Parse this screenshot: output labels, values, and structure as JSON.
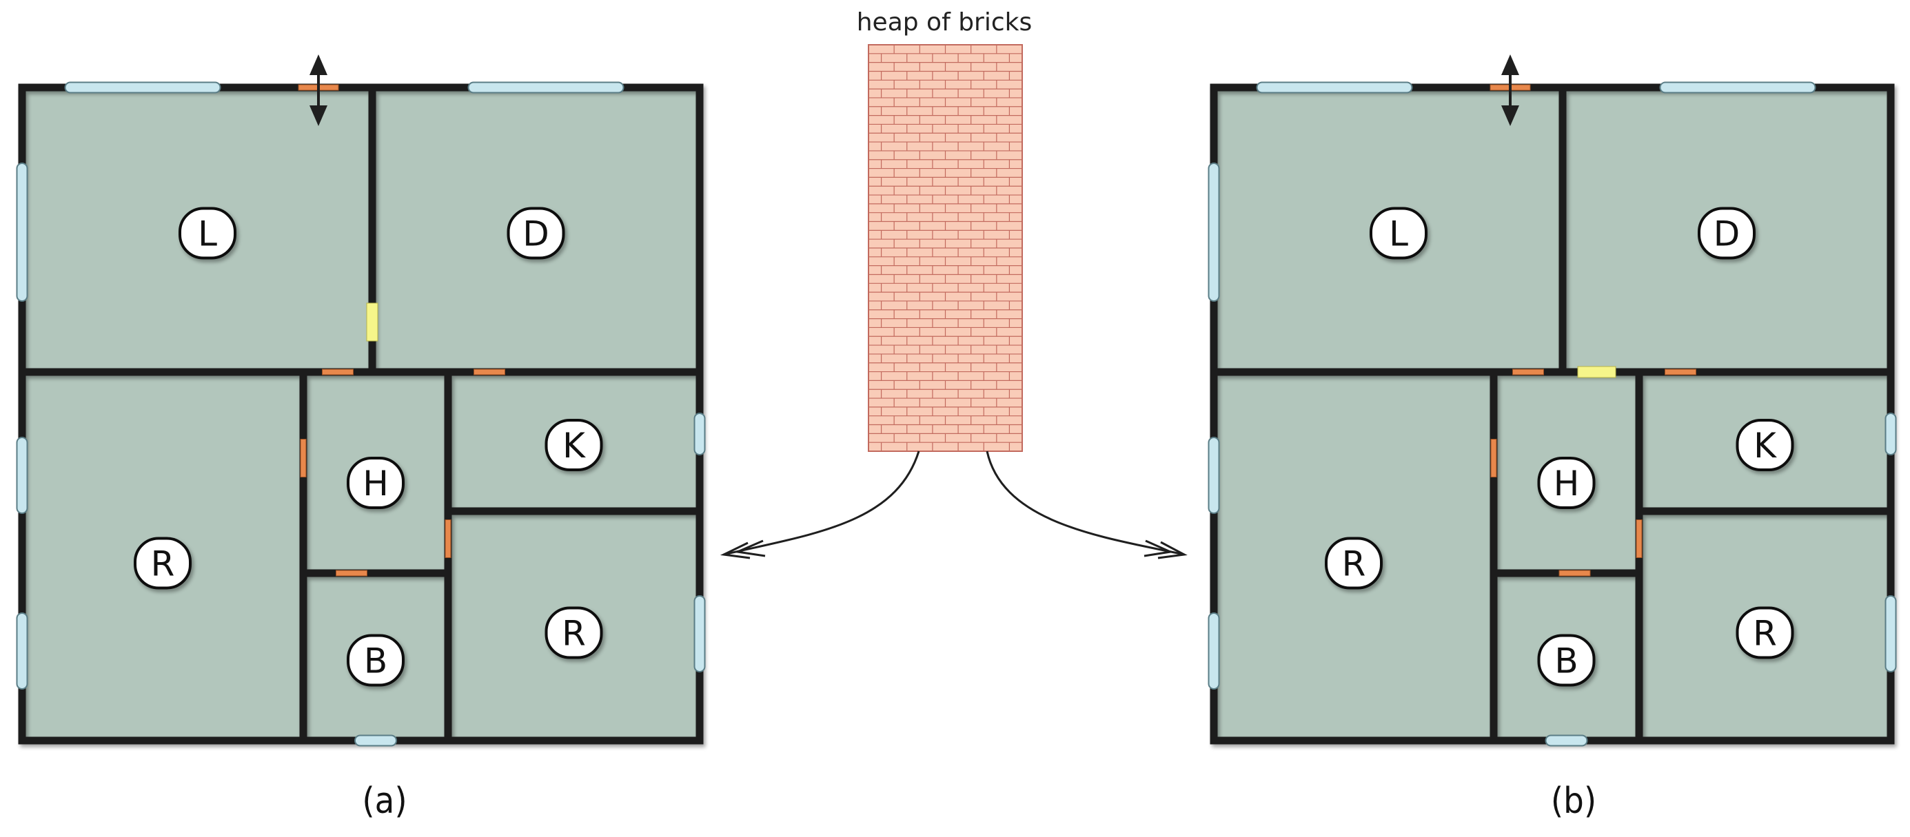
{
  "colors": {
    "floor": "#b2c6bc",
    "wall": "#1f1f1f",
    "window": "#c8e6ee",
    "door": "#e8884c",
    "moved_opening": "#f6f58a",
    "brick": "#f9ccb8",
    "mortar": "#c26a5e",
    "label_fill": "#ffffff"
  },
  "heap": {
    "label": "heap of bricks",
    "rows": 46,
    "cols": 6
  },
  "plans": [
    {
      "id": "a",
      "caption": "(a)",
      "rooms": [
        {
          "id": "living",
          "label": "L"
        },
        {
          "id": "dining",
          "label": "D"
        },
        {
          "id": "room-left",
          "label": "R"
        },
        {
          "id": "hall",
          "label": "H"
        },
        {
          "id": "kitchen",
          "label": "K"
        },
        {
          "id": "bath",
          "label": "B"
        },
        {
          "id": "room-right",
          "label": "R"
        }
      ]
    },
    {
      "id": "b",
      "caption": "(b)",
      "rooms": [
        {
          "id": "living",
          "label": "L"
        },
        {
          "id": "dining",
          "label": "D"
        },
        {
          "id": "room-left",
          "label": "R"
        },
        {
          "id": "hall",
          "label": "H"
        },
        {
          "id": "kitchen",
          "label": "K"
        },
        {
          "id": "bath",
          "label": "B"
        },
        {
          "id": "room-right",
          "label": "R"
        }
      ]
    }
  ]
}
